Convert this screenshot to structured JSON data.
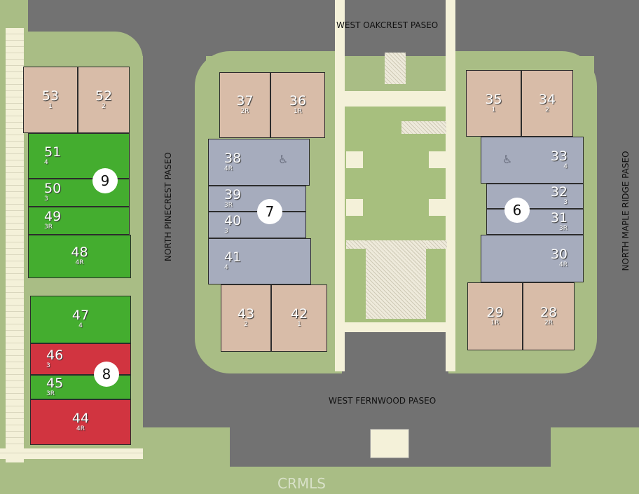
{
  "streets": {
    "top": "WEST OAKCREST PASEO",
    "left": "NORTH PINECREST PASEO",
    "right": "NORTH MAPLE RIDGE PASEO",
    "bottom": "WEST FERNWOOD PASEO"
  },
  "buildings": [
    {
      "number": "9"
    },
    {
      "number": "8"
    },
    {
      "number": "7"
    },
    {
      "number": "6"
    }
  ],
  "lots": [
    {
      "number": "53",
      "plan": "1",
      "status": "tan"
    },
    {
      "number": "52",
      "plan": "2",
      "status": "tan"
    },
    {
      "number": "51",
      "plan": "4",
      "status": "green"
    },
    {
      "number": "50",
      "plan": "3",
      "status": "green"
    },
    {
      "number": "49",
      "plan": "3R",
      "status": "green"
    },
    {
      "number": "48",
      "plan": "4R",
      "status": "green"
    },
    {
      "number": "47",
      "plan": "4",
      "status": "green"
    },
    {
      "number": "46",
      "plan": "3",
      "status": "red"
    },
    {
      "number": "45",
      "plan": "3R",
      "status": "green"
    },
    {
      "number": "44",
      "plan": "4R",
      "status": "red"
    },
    {
      "number": "37",
      "plan": "2R",
      "status": "tan"
    },
    {
      "number": "36",
      "plan": "1R",
      "status": "tan"
    },
    {
      "number": "38",
      "plan": "4R",
      "status": "blue"
    },
    {
      "number": "39",
      "plan": "3R",
      "status": "blue"
    },
    {
      "number": "40",
      "plan": "3",
      "status": "blue"
    },
    {
      "number": "41",
      "plan": "4",
      "status": "blue"
    },
    {
      "number": "43",
      "plan": "2",
      "status": "tan"
    },
    {
      "number": "42",
      "plan": "1",
      "status": "tan"
    },
    {
      "number": "35",
      "plan": "1",
      "status": "tan"
    },
    {
      "number": "34",
      "plan": "2",
      "status": "tan"
    },
    {
      "number": "33",
      "plan": "4",
      "status": "blue"
    },
    {
      "number": "32",
      "plan": "3",
      "status": "blue"
    },
    {
      "number": "31",
      "plan": "3R",
      "status": "blue"
    },
    {
      "number": "30",
      "plan": "4R",
      "status": "blue"
    },
    {
      "number": "29",
      "plan": "1R",
      "status": "tan"
    },
    {
      "number": "28",
      "plan": "2R",
      "status": "tan"
    }
  ],
  "watermark": "CRMLS",
  "colors": {
    "available": "#44ad2f",
    "sold": "#d13440",
    "tan": "#d8bca8",
    "blue": "#a6acbd"
  }
}
